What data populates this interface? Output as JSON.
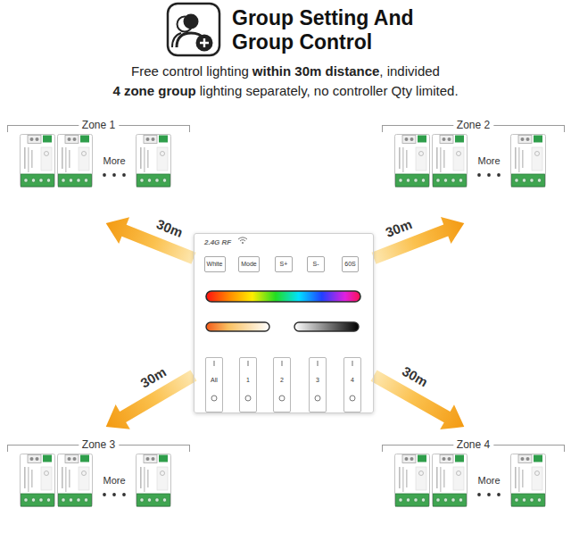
{
  "diagram": {
    "title": "Group Setting And Group Control",
    "nodes": [
      {
        "text": [
          "Zone 1",
          "More"
        ]
      },
      {
        "text": [
          "Zone 2",
          "More"
        ]
      },
      {
        "text": [
          "2.4G RF"
        ]
      },
      {
        "text": [
          "White"
        ],
        "in": 2
      },
      {
        "text": [
          "Mode"
        ],
        "in": 2
      },
      {
        "text": [
          "S+"
        ],
        "in": 2
      },
      {
        "text": [
          "S-"
        ],
        "in": 2
      },
      {
        "text": [
          "60S"
        ],
        "in": 2
      },
      {
        "text": [
          "All"
        ],
        "in": 2
      },
      {
        "text": [
          "1"
        ],
        "in": 2
      },
      {
        "text": [
          "2"
        ],
        "in": 2
      },
      {
        "text": [
          "3"
        ],
        "in": 2
      },
      {
        "text": [
          "4"
        ],
        "in": 2
      },
      {
        "text": [
          "Zone 3",
          "More"
        ]
      },
      {
        "text": [
          "Zone 4",
          "More"
        ]
      }
    ],
    "edges": [
      {
        "from": 2,
        "to": 0,
        "arrow": "to",
        "label": "30m"
      },
      {
        "from": 2,
        "to": 1,
        "arrow": "to",
        "label": "30m"
      },
      {
        "from": 2,
        "to": 13,
        "arrow": "to",
        "label": "30m"
      },
      {
        "from": 2,
        "to": 14,
        "arrow": "to",
        "label": "30m"
      }
    ],
    "labels": [
      "Free control lighting",
      "within 30m distance",
      ", individed",
      "4 zone group",
      "lighting separately, no controller Qty limited."
    ]
  }
}
